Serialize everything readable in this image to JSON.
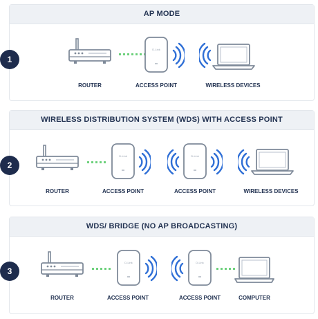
{
  "rows": [
    {
      "number": "1",
      "title": "AP MODE",
      "labels": [
        "ROUTER",
        "ACCESS POINT",
        "WIRELESS DEVICES"
      ]
    },
    {
      "number": "2",
      "title": "WIRELESS DISTRIBUTION SYSTEM (WDS) WITH ACCESS POINT",
      "labels": [
        "ROUTER",
        "ACCESS POINT",
        "ACCESS POINT",
        "WIRELESS DEVICES"
      ]
    },
    {
      "number": "3",
      "title": "WDS/ BRIDGE (NO AP BROADCASTING)",
      "labels": [
        "ROUTER",
        "ACCESS POINT",
        "ACCESS POINT",
        "COMPUTER"
      ]
    }
  ],
  "device_brand": "D-Link",
  "colors": {
    "navy": "#1e2c4d",
    "link_dots": "#6bd07a",
    "signal_waves": "#2f6fd6",
    "device_outline": "#7f8a99"
  },
  "icons": [
    "router-icon",
    "access-point-icon",
    "wifi-waves-icon",
    "laptop-icon",
    "computer-icon",
    "link-dots-icon"
  ]
}
